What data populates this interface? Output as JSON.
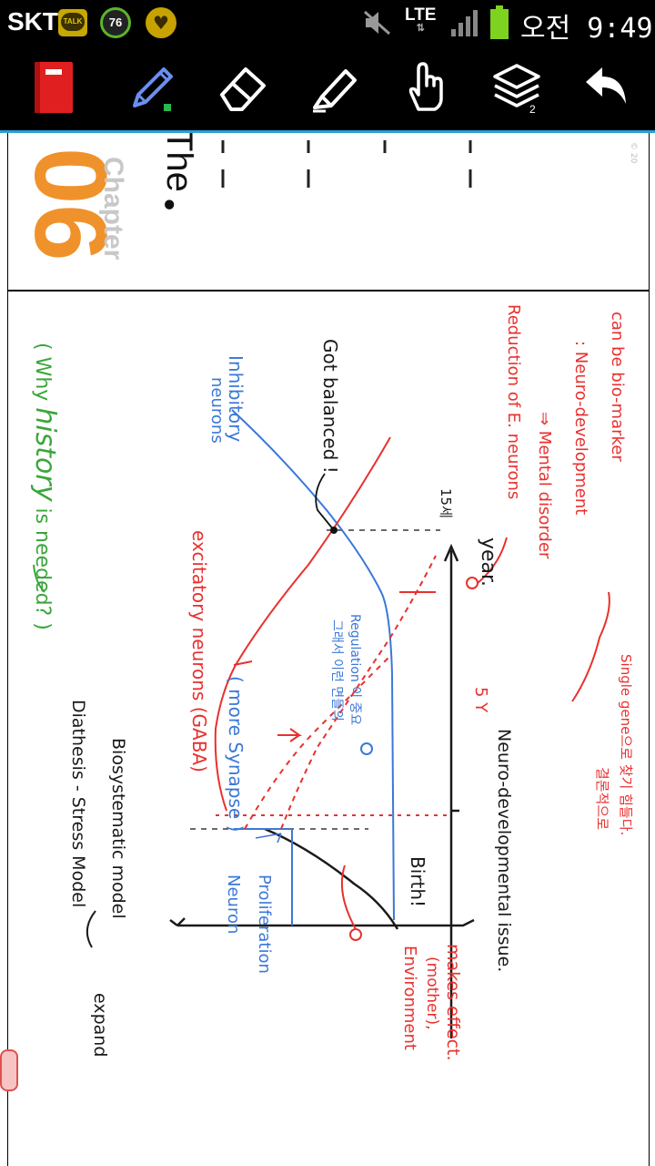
{
  "status_bar": {
    "carrier": "SKT",
    "talk_badge": "TALK",
    "battery_percent": "76",
    "network": "LTE",
    "time": "오전 9:49",
    "colors": {
      "background": "#000000",
      "battery": "#7ed321",
      "badge": "#c7a800"
    }
  },
  "toolbar": {
    "layers_count": "2",
    "icons": [
      "notebook-icon",
      "pen-icon",
      "eraser-icon",
      "highlighter-icon",
      "hand-icon",
      "layers-icon",
      "undo-icon"
    ],
    "active_tool": "pen",
    "accent": "#2a9fd6"
  },
  "slide": {
    "chapter_number": "06",
    "chapter_label": "Chapter",
    "title_fragment": "The",
    "bullet": "•",
    "side_text": "© 20",
    "chapter_color": "#f0922b"
  },
  "notes": {
    "green_question": {
      "pre": "( Why",
      "highlight": "history",
      "post": "is needed? )",
      "color": "#3aa63a"
    },
    "model_1": "Diathesis - Stress  Model",
    "model_2": "Biosystematic model",
    "expand": "expand",
    "neuron": "Neuron",
    "proliferation": "Proliferation",
    "more_synapse": "( more Synapse )",
    "birth": "Birth!",
    "excitatory": "excitatory neurons (GABA)",
    "inhibitory_1": "Inhibitory",
    "inhibitory_2": "neurons",
    "got_balanced": "Got balanced !",
    "regulation_1": "그래서 이런 면들의",
    "regulation_2": "Regulation 이 중요",
    "five_y": "5 Y",
    "fifteen_y": "15세",
    "x_axis": "Neuro-developmental issue.",
    "year": "year.",
    "environment_1": "Environment",
    "environment_2": "(mother),",
    "environment_3": "makes effect.",
    "reduction": "Reduction of E. neurons",
    "mental": "⇒ Mental disorder",
    "neuro_dev": ": Neuro-development",
    "biomarker": "can be bio-marker",
    "conclusion_1": "결론적으로",
    "conclusion_2": "Single gene으로 찾기 힘들다.",
    "ink_colors": {
      "black": "#1a1a1a",
      "red": "#e8312f",
      "blue": "#3b78d8",
      "green": "#3aa63a"
    }
  }
}
